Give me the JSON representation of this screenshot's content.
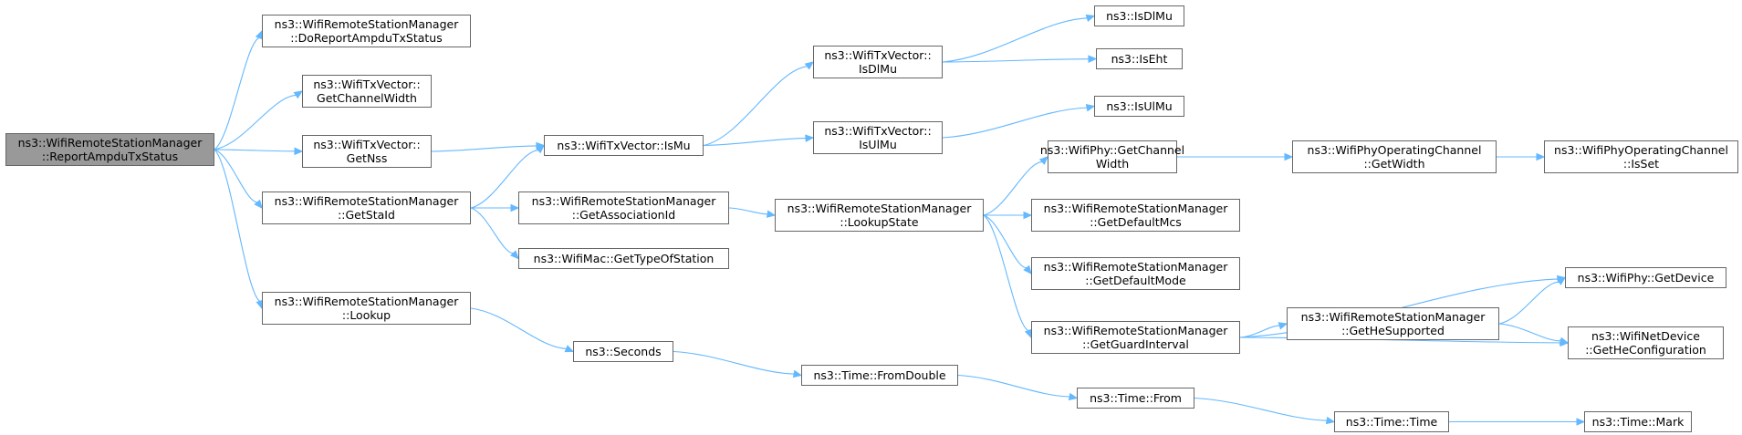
{
  "graph": {
    "edge_color": "#63b8ff",
    "root_fill": "#999999",
    "node_border": "#666666",
    "nodes": [
      {
        "id": "root",
        "label": "ns3::WifiRemoteStationManager\n::ReportAmpduTxStatus",
        "root": true
      },
      {
        "id": "doReport",
        "label": "ns3::WifiRemoteStationManager\n::DoReportAmpduTxStatus"
      },
      {
        "id": "getChannelWidth",
        "label": "ns3::WifiTxVector::\nGetChannelWidth"
      },
      {
        "id": "getNss",
        "label": "ns3::WifiTxVector::\nGetNss"
      },
      {
        "id": "getStaId",
        "label": "ns3::WifiRemoteStationManager\n::GetStaId"
      },
      {
        "id": "lookup",
        "label": "ns3::WifiRemoteStationManager\n::Lookup"
      },
      {
        "id": "isMu",
        "label": "ns3::WifiTxVector::IsMu"
      },
      {
        "id": "getAssociationId",
        "label": "ns3::WifiRemoteStationManager\n::GetAssociationId"
      },
      {
        "id": "getTypeOfStation",
        "label": "ns3::WifiMac::GetTypeOfStation"
      },
      {
        "id": "seconds",
        "label": "ns3::Seconds"
      },
      {
        "id": "txIsDlMu",
        "label": "ns3::WifiTxVector::\nIsDlMu"
      },
      {
        "id": "txIsUlMu",
        "label": "ns3::WifiTxVector::\nIsUlMu"
      },
      {
        "id": "lookupState",
        "label": "ns3::WifiRemoteStationManager\n::LookupState"
      },
      {
        "id": "fromDouble",
        "label": "ns3::Time::FromDouble"
      },
      {
        "id": "isDlMu",
        "label": "ns3::IsDlMu"
      },
      {
        "id": "isEht",
        "label": "ns3::IsEht"
      },
      {
        "id": "isUlMu",
        "label": "ns3::IsUlMu"
      },
      {
        "id": "phyGetChannelWidth",
        "label": "ns3::WifiPhy::GetChannel\nWidth"
      },
      {
        "id": "getDefaultMcs",
        "label": "ns3::WifiRemoteStationManager\n::GetDefaultMcs"
      },
      {
        "id": "getDefaultMode",
        "label": "ns3::WifiRemoteStationManager\n::GetDefaultMode"
      },
      {
        "id": "getGuardInterval",
        "label": "ns3::WifiRemoteStationManager\n::GetGuardInterval"
      },
      {
        "id": "timeFrom",
        "label": "ns3::Time::From"
      },
      {
        "id": "opGetWidth",
        "label": "ns3::WifiPhyOperatingChannel\n::GetWidth"
      },
      {
        "id": "getHeSupported",
        "label": "ns3::WifiRemoteStationManager\n::GetHeSupported"
      },
      {
        "id": "timeTime",
        "label": "ns3::Time::Time"
      },
      {
        "id": "opIsSet",
        "label": "ns3::WifiPhyOperatingChannel\n::IsSet"
      },
      {
        "id": "getDevice",
        "label": "ns3::WifiPhy::GetDevice"
      },
      {
        "id": "getHeConfiguration",
        "label": "ns3::WifiNetDevice\n::GetHeConfiguration"
      },
      {
        "id": "timeMark",
        "label": "ns3::Time::Mark"
      }
    ],
    "edges": [
      [
        "root",
        "doReport"
      ],
      [
        "root",
        "getChannelWidth"
      ],
      [
        "root",
        "getNss"
      ],
      [
        "root",
        "getStaId"
      ],
      [
        "root",
        "lookup"
      ],
      [
        "getNss",
        "isMu"
      ],
      [
        "getStaId",
        "isMu"
      ],
      [
        "getStaId",
        "getAssociationId"
      ],
      [
        "getStaId",
        "getTypeOfStation"
      ],
      [
        "lookup",
        "seconds"
      ],
      [
        "isMu",
        "txIsDlMu"
      ],
      [
        "isMu",
        "txIsUlMu"
      ],
      [
        "getAssociationId",
        "lookupState"
      ],
      [
        "seconds",
        "fromDouble"
      ],
      [
        "txIsDlMu",
        "isDlMu"
      ],
      [
        "txIsDlMu",
        "isEht"
      ],
      [
        "txIsUlMu",
        "isUlMu"
      ],
      [
        "lookupState",
        "phyGetChannelWidth"
      ],
      [
        "lookupState",
        "getDefaultMcs"
      ],
      [
        "lookupState",
        "getDefaultMode"
      ],
      [
        "lookupState",
        "getGuardInterval"
      ],
      [
        "fromDouble",
        "timeFrom"
      ],
      [
        "phyGetChannelWidth",
        "opGetWidth"
      ],
      [
        "opGetWidth",
        "opIsSet"
      ],
      [
        "getGuardInterval",
        "getHeSupported"
      ],
      [
        "getGuardInterval",
        "getDevice"
      ],
      [
        "getGuardInterval",
        "getHeConfiguration"
      ],
      [
        "getHeSupported",
        "getDevice"
      ],
      [
        "getHeSupported",
        "getHeConfiguration"
      ],
      [
        "timeFrom",
        "timeTime"
      ],
      [
        "timeTime",
        "timeMark"
      ]
    ]
  }
}
